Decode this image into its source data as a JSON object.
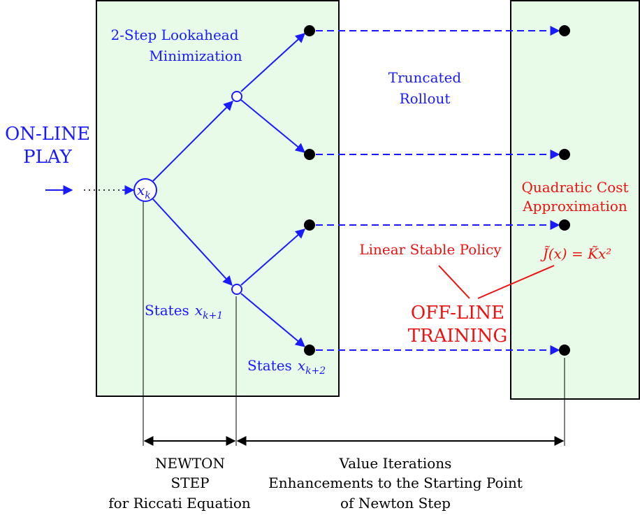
{
  "labels": {
    "lookahead_l1": "2-Step Lookahead",
    "lookahead_l2": "Minimization",
    "rollout_l1": "Truncated",
    "rollout_l2": "Rollout",
    "online_l1": "ON-LINE",
    "online_l2": "PLAY",
    "quadratic_l1": "Quadratic Cost",
    "quadratic_l2": "Approximation",
    "policy": "Linear Stable Policy",
    "offline_l1": "OFF-LINE",
    "offline_l2": "TRAINING",
    "states_word": "States",
    "newton_l1": "NEWTON",
    "newton_l2": "STEP",
    "newton_l3": "for Riccati Equation",
    "vi_l1": "Value Iterations",
    "vi_l2": "Enhancements to the Starting Point",
    "vi_l3": "of Newton Step"
  },
  "math": {
    "x": "x",
    "sub_k": "k",
    "sub_k1": "k+1",
    "sub_k2": "k+2",
    "cost_formula": "J̃(x) = K̃x²"
  },
  "colors": {
    "blue": "#1a1aff",
    "red": "#ee1111",
    "box_fill": "#e8fbe8"
  }
}
